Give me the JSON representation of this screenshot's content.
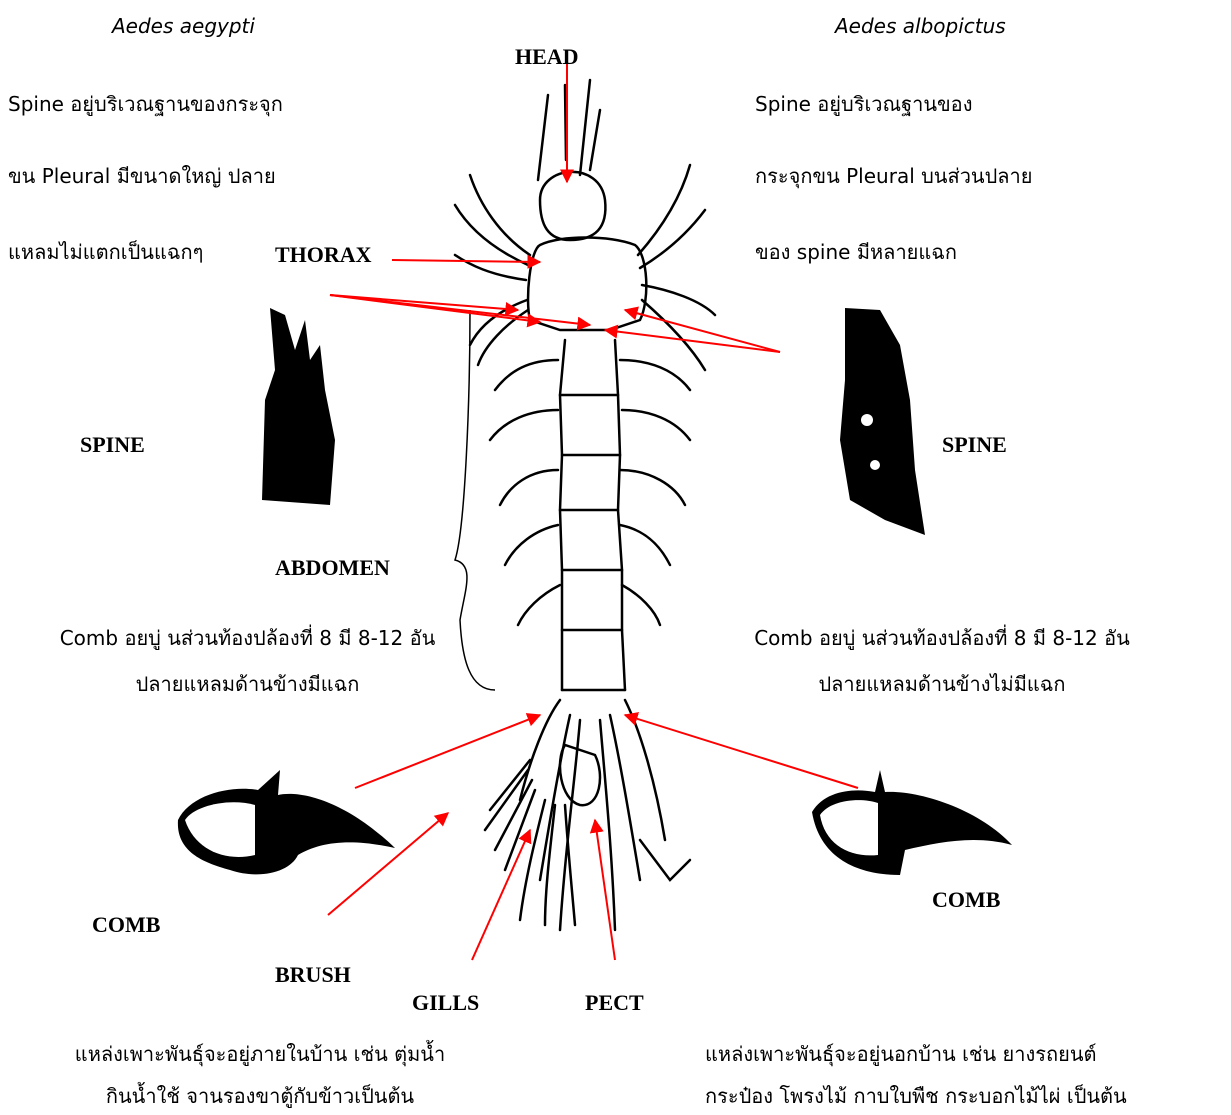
{
  "left": {
    "species": "Aedes   aegypti",
    "spine_lines": [
      "Spine อยู่บริเวณฐานของกระจุก",
      "ขน Pleural มีขนาดใหญ่ ปลาย",
      "แหลมไม่แตกเป็นแฉกๆ"
    ],
    "comb_lines": [
      "Comb อยบู่ นส่วนท้องปล้องที่ 8 มี 8-12 อัน",
      "ปลายแหลมด้านข้างมีแฉก"
    ],
    "breeding_lines": [
      "แหล่งเพาะพันธุ์จะอยู่ภายในบ้าน เช่น  ตุ่มน้ำ",
      "กินน้ำใช้ จานรองขาตู้กับข้าวเป็นต้น"
    ]
  },
  "right": {
    "species": "Aedes   albopictus",
    "spine_lines": [
      "Spine อยู่บริเวณฐานของ",
      "กระจุกขน Pleural บนส่วนปลาย",
      "ของ spine มีหลายแฉก"
    ],
    "comb_lines": [
      "Comb อยบู่ นส่วนท้องปล้องที่ 8 มี 8-12 อัน",
      "ปลายแหลมด้านข้างไม่มีแฉก"
    ],
    "breeding_lines": [
      "แหล่งเพาะพันธุ์จะอยู่นอกบ้าน     เช่น     ยางรถยนต์",
      "กระป๋อง โพรงไม้ กาบใบพืช กระบอกไม้ไผ่ เป็นต้น"
    ]
  },
  "labels": {
    "head": "HEAD",
    "thorax": "THORAX",
    "abdomen": "ABDOMEN",
    "spine_left": "SPINE",
    "spine_right": "SPINE",
    "comb_left": "COMB",
    "comb_right": "COMB",
    "brush": "BRUSH",
    "gills": "GILLS",
    "pect": "PECT"
  },
  "colors": {
    "arrow": "#ff0000",
    "ink": "#000000"
  }
}
